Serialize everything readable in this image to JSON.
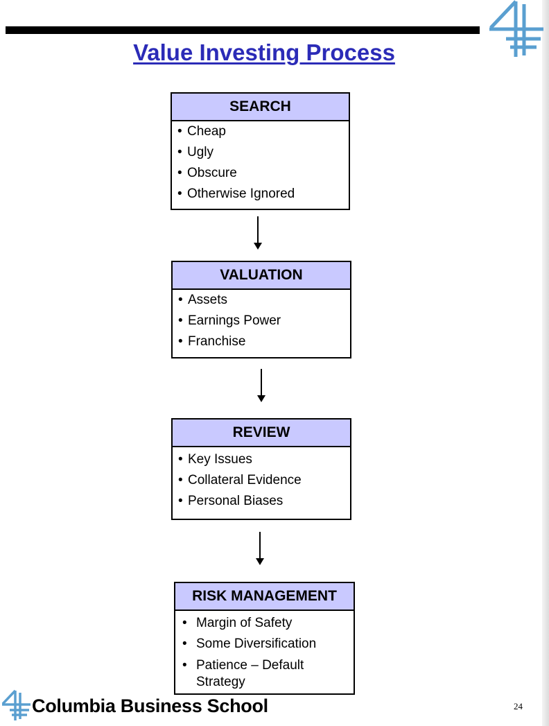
{
  "title": "Value Investing Process",
  "boxes": [
    {
      "header": "SEARCH",
      "items": [
        "Cheap",
        "Ugly",
        "Obscure",
        "Otherwise Ignored"
      ]
    },
    {
      "header": "VALUATION",
      "items": [
        "Assets",
        "Earnings Power",
        "Franchise"
      ]
    },
    {
      "header": "REVIEW",
      "items": [
        "Key Issues",
        "Collateral Evidence",
        "Personal Biases"
      ]
    },
    {
      "header": "RISK MANAGEMENT",
      "items": [
        "Margin of Safety",
        "Some Diversification",
        "Patience – Default Strategy"
      ]
    }
  ],
  "bullet": "•",
  "footer": {
    "school": "Columbia Business School",
    "page_number": "24"
  },
  "colors": {
    "title": "#2b2bb7",
    "header_fill": "#c9c9ff",
    "logo": "#5a9fd0"
  },
  "icons": {
    "logo": "columbia-crown-logo-icon"
  }
}
